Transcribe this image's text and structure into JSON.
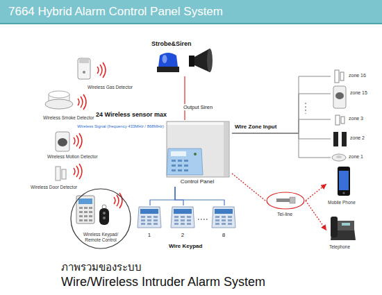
{
  "diagram": {
    "title": "7664 Hybrid Alarm Control Panel System",
    "caption": "Wire/Wireless Intruder Alarm System",
    "nodes": [
      {
        "text": [
          "Strobe&Siren"
        ]
      },
      {
        "text": [
          "Control Panel"
        ]
      },
      {
        "text": [
          "Wireless Gas Detector"
        ]
      },
      {
        "text": [
          "Wireless Smoke Detector"
        ]
      },
      {
        "text": [
          "Wireless Motion Detector"
        ]
      },
      {
        "text": [
          "Wireless Door Detector"
        ]
      },
      {
        "text": [
          "Wireless Keypad/ Remote Control"
        ]
      },
      {
        "text": [
          "zone 16"
        ]
      },
      {
        "text": [
          "zone 15"
        ]
      },
      {
        "text": [
          "zone 3"
        ]
      },
      {
        "text": [
          "zone 2"
        ]
      },
      {
        "text": [
          "zone 1"
        ]
      },
      {
        "text": [
          "1"
        ]
      },
      {
        "text": [
          "2"
        ]
      },
      {
        "text": [
          "8"
        ]
      },
      {
        "text": [
          "Tel-line"
        ]
      },
      {
        "text": [
          "Mobile Phone"
        ]
      },
      {
        "text": [
          "Telephone"
        ]
      }
    ],
    "edges": [
      {
        "from": 1,
        "to": 0,
        "label": "Output Siren",
        "arrow": "none"
      },
      {
        "from": 1,
        "to": 7,
        "arrow": "none"
      },
      {
        "from": 1,
        "to": 8,
        "arrow": "none"
      },
      {
        "from": 1,
        "to": 9,
        "arrow": "none"
      },
      {
        "from": 1,
        "to": 10,
        "arrow": "none"
      },
      {
        "from": 1,
        "to": 11,
        "arrow": "none"
      },
      {
        "from": 1,
        "to": 12,
        "arrow": "none"
      },
      {
        "from": 1,
        "to": 13,
        "arrow": "none"
      },
      {
        "from": 1,
        "to": 14,
        "arrow": "none"
      },
      {
        "from": 1,
        "to": 15,
        "arrow": "none"
      },
      {
        "from": 15,
        "to": 16,
        "arrow": "to"
      },
      {
        "from": 15,
        "to": 17,
        "arrow": "to"
      }
    ],
    "labels": [
      "24 Wireless sensor max",
      "Wireless Signal (frequency 433MHz / 868MHz)",
      "Wire Zone Input",
      "Wire Keypad",
      "ภาพรวมของระบบ"
    ]
  }
}
